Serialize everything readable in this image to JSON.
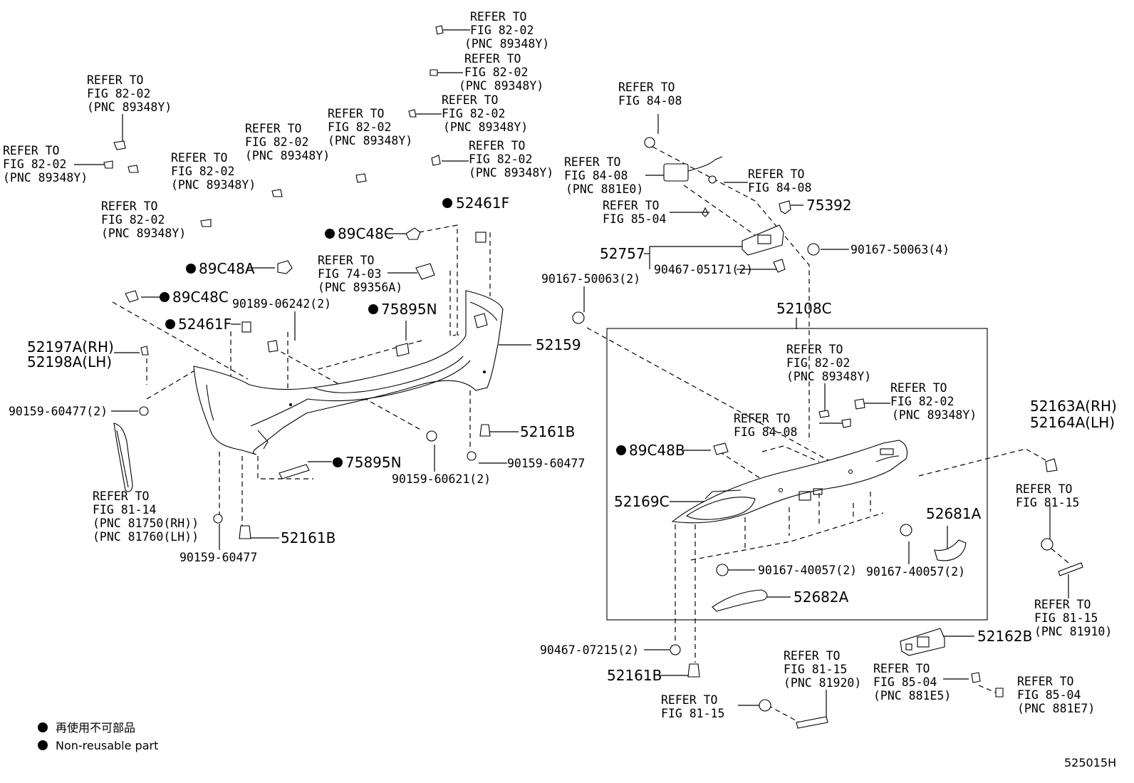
{
  "refer": {
    "r1": [
      "REFER TO",
      "FIG 82-02",
      "(PNC 89348Y)"
    ],
    "r2": [
      "REFER TO",
      "FIG 82-02",
      "(PNC 89348Y)"
    ],
    "r3": [
      "REFER TO",
      "FIG 82-02",
      "(PNC 89348Y)"
    ],
    "r4": [
      "REFER TO",
      "FIG 82-02",
      "(PNC 89348Y)"
    ],
    "r5": [
      "REFER TO",
      "FIG 82-02",
      "(PNC 89348Y)"
    ],
    "r6": [
      "REFER TO",
      "FIG 82-02",
      "(PNC 89348Y)"
    ],
    "r7": [
      "REFER TO",
      "FIG 82-02",
      "(PNC 89348Y)"
    ],
    "r8": [
      "REFER TO",
      "FIG 82-02",
      "(PNC 89348Y)"
    ],
    "r9": [
      "REFER TO",
      "FIG 82-02",
      "(PNC 89348Y)"
    ],
    "r10": [
      "REFER TO",
      "FIG 82-02",
      "(PNC 89348Y)"
    ],
    "r11": [
      "REFER TO",
      "FIG 84-08"
    ],
    "r12": [
      "REFER TO",
      "FIG 84-08",
      "(PNC 881E0)"
    ],
    "r13": [
      "REFER TO",
      "FIG 84-08"
    ],
    "r14": [
      "REFER TO",
      "FIG 85-04"
    ],
    "r15": [
      "REFER TO",
      "FIG 74-03",
      "(PNC 89356A)"
    ],
    "r16": [
      "REFER TO",
      "FIG 82-02",
      "(PNC 89348Y)"
    ],
    "r17": [
      "REFER TO",
      "FIG 82-02",
      "(PNC 89348Y)"
    ],
    "r18": [
      "REFER TO",
      "FIG 84-08"
    ],
    "r19": [
      "REFER TO",
      "FIG 81-14",
      "(PNC 81750(RH))",
      "(PNC 81760(LH))"
    ],
    "r20": [
      "REFER TO",
      "FIG 81-15"
    ],
    "r21": [
      "REFER TO",
      "FIG 81-15",
      "(PNC 81910)"
    ],
    "r22": [
      "REFER TO",
      "FIG 81-15",
      "(PNC 81920)"
    ],
    "r23": [
      "REFER TO",
      "FIG 81-15"
    ],
    "r24": [
      "REFER TO",
      "FIG 85-04",
      "(PNC 881E5)"
    ],
    "r25": [
      "REFER TO",
      "FIG 85-04",
      "(PNC 881E7)"
    ]
  },
  "parts": {
    "p52461F_a": "52461F",
    "p89C48C_a": "89C48C",
    "p89C48A": "89C48A",
    "p89C48C_b": "89C48C",
    "p52461F_b": "52461F",
    "p75895N_a": "75895N",
    "p75895N_b": "75895N",
    "p52159": "52159",
    "p52197A": "52197A(RH)",
    "p52198A": "52198A(LH)",
    "p52161B_a": "52161B",
    "p52161B_b": "52161B",
    "p52161B_c": "52161B",
    "p75392": "75392",
    "p52757": "52757",
    "p52108C": "52108C",
    "p89C48B": "89C48B",
    "p52169C": "52169C",
    "p52681A": "52681A",
    "p52682A": "52682A",
    "p52163A": "52163A(RH)",
    "p52164A": "52164A(LH)",
    "p52162B": "52162B"
  },
  "fasteners": {
    "f90189": "90189-06242(2)",
    "f90159_a": "90159-60477(2)",
    "f90159_b": "90159-60477",
    "f90159_c": "90159-60477",
    "f90159_621": "90159-60621(2)",
    "f90167_2": "90167-50063(2)",
    "f90167_4": "90167-50063(4)",
    "f90467_05171": "90467-05171(2)",
    "f90167_40057_a": "90167-40057(2)",
    "f90167_40057_b": "90167-40057(2)",
    "f90467_07215": "90467-07215(2)"
  },
  "legend": {
    "jp": "再使用不可部品",
    "en": "Non-reusable part"
  },
  "diagram_id": "525015H"
}
